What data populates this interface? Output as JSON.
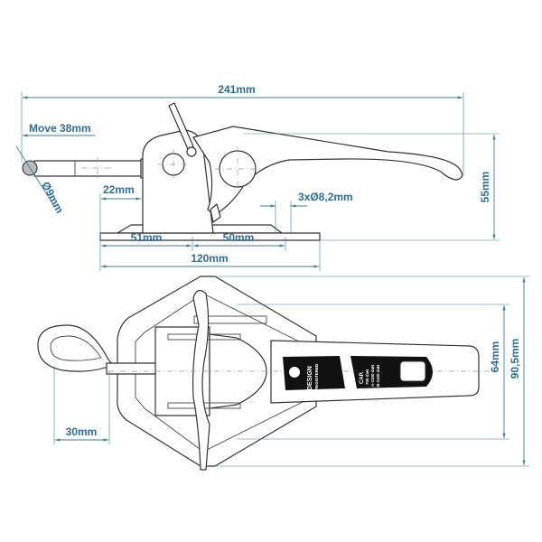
{
  "dimensions": {
    "overall_length": "241mm",
    "move": "Move 38mm",
    "rod_diameter": "Ø9mm",
    "bracket_offset": "22mm",
    "holes": "3xØ8,2mm",
    "hole_spacing_1": "51mm",
    "hole_spacing_2": "50mm",
    "base_length": "120mm",
    "height": "55mm",
    "eye_length": "30mm",
    "lever_width": "64mm",
    "plate_width": "90,5mm"
  },
  "labels": {
    "design_line1": "DESIGN",
    "design_line2": "REGISTERED",
    "cap_line1": "CAP.",
    "cap_line2": "700 daN",
    "cap_line3": "A-1100 daN",
    "cap_line4": "B-1100 daN"
  },
  "colors": {
    "dimension": "#2c6e98",
    "outline": "#333333"
  }
}
